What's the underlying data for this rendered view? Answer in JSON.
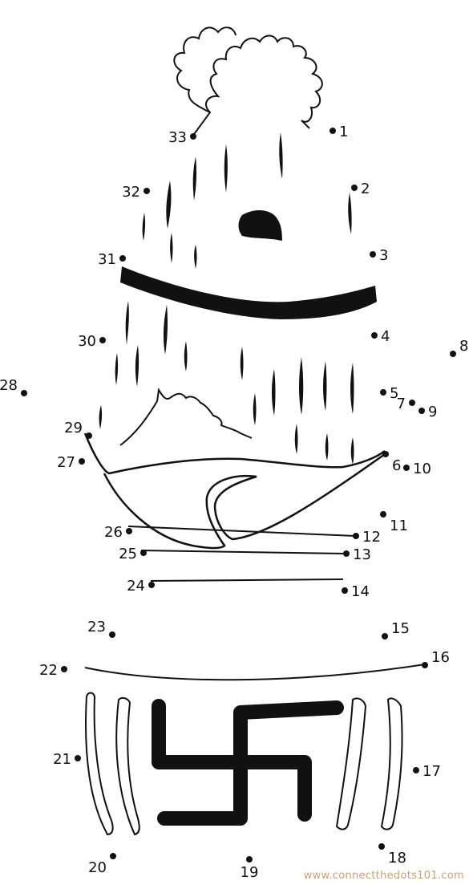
{
  "watermark": "www.connectthedots101.com",
  "dots": [
    {
      "n": "1"
    },
    {
      "n": "2"
    },
    {
      "n": "3"
    },
    {
      "n": "4"
    },
    {
      "n": "5"
    },
    {
      "n": "6"
    },
    {
      "n": "7"
    },
    {
      "n": "8"
    },
    {
      "n": "9"
    },
    {
      "n": "10"
    },
    {
      "n": "11"
    },
    {
      "n": "12"
    },
    {
      "n": "13"
    },
    {
      "n": "14"
    },
    {
      "n": "15"
    },
    {
      "n": "16"
    },
    {
      "n": "17"
    },
    {
      "n": "18"
    },
    {
      "n": "19"
    },
    {
      "n": "20"
    },
    {
      "n": "21"
    },
    {
      "n": "22"
    },
    {
      "n": "23"
    },
    {
      "n": "24"
    },
    {
      "n": "25"
    },
    {
      "n": "26"
    },
    {
      "n": "27"
    },
    {
      "n": "28"
    },
    {
      "n": "29"
    },
    {
      "n": "30"
    },
    {
      "n": "31"
    },
    {
      "n": "32"
    },
    {
      "n": "33"
    }
  ],
  "colors": {
    "ink": "#111111",
    "watermark": "#c9a27a",
    "background": "#ffffff"
  }
}
